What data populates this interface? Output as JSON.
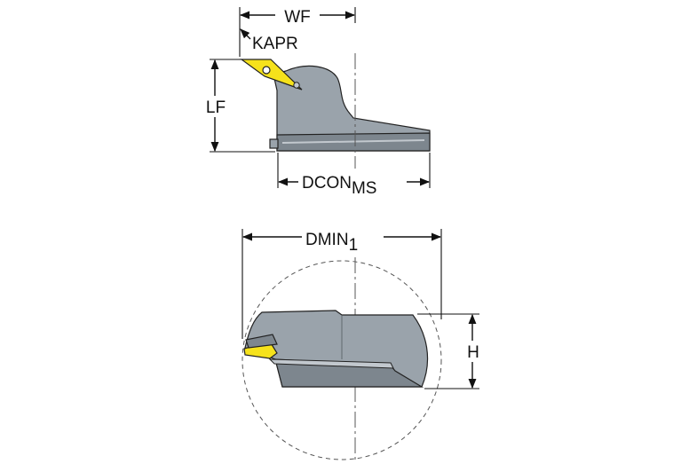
{
  "labels": {
    "wf": "WF",
    "kapr": "KAPR",
    "lf": "LF",
    "dcon": "DCON",
    "dcon_sub": "MS",
    "dmin": "DMIN",
    "dmin_sub": "1",
    "h": "H"
  },
  "colors": {
    "body_gray": "#9aa3ab",
    "body_dark": "#7d868e",
    "body_light": "#c2c8ce",
    "insert_yellow": "#f6e21b",
    "line": "#111111"
  }
}
